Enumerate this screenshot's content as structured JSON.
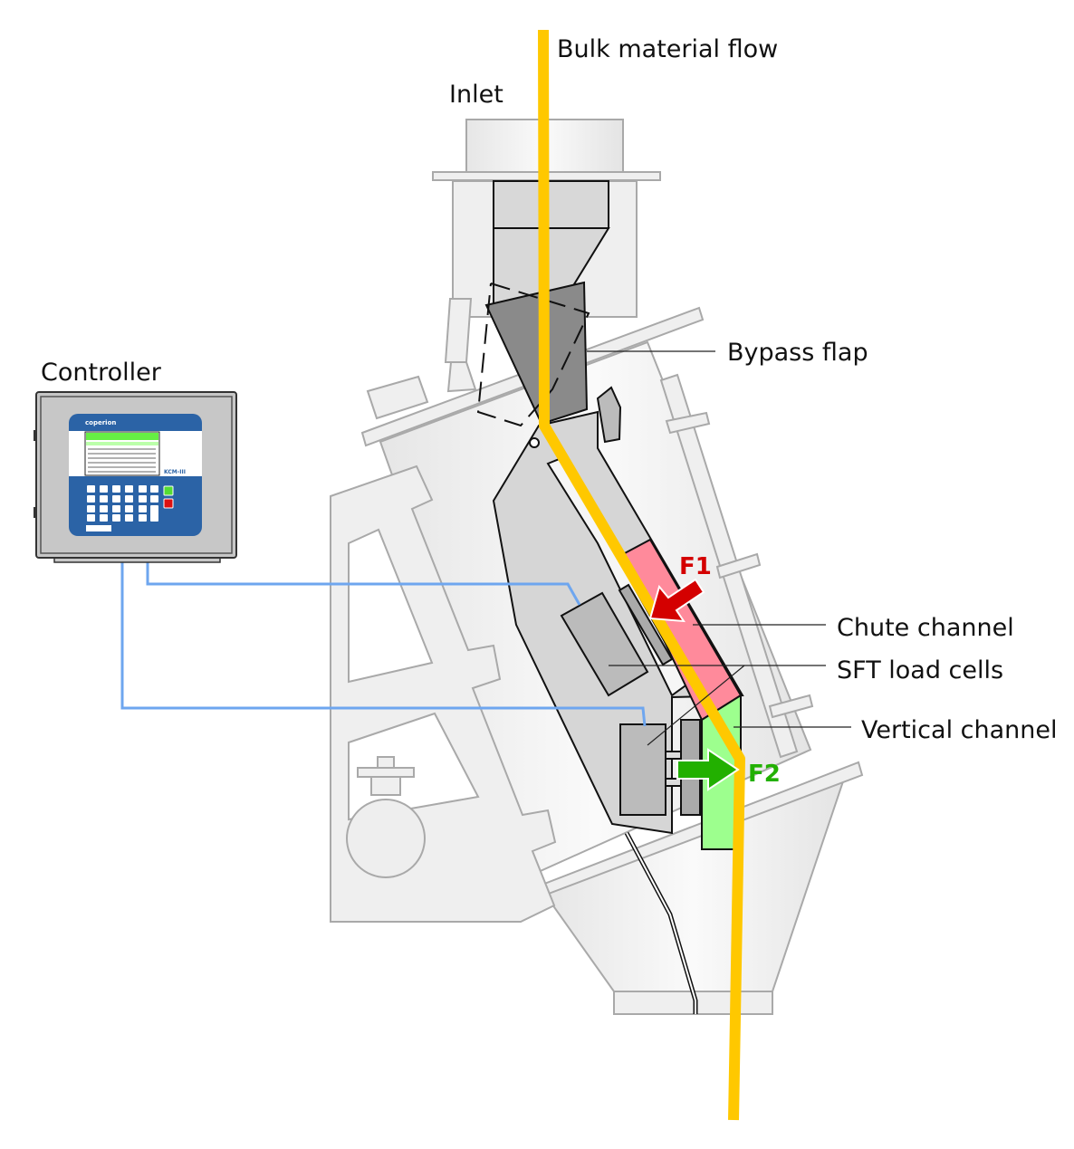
{
  "labels": {
    "bulk_flow": "Bulk material flow",
    "inlet": "Inlet",
    "controller": "Controller",
    "bypass_flap": "Bypass flap",
    "chute_channel": "Chute channel",
    "sft_load_cells": "SFT load cells",
    "vertical_channel": "Vertical channel",
    "f1": "F1",
    "f2": "F2"
  },
  "controller_device": {
    "brand_logo": "coperion",
    "model": "KCM-III"
  },
  "colors": {
    "flow": "#ffc800",
    "signal_cable": "#6ea6ef",
    "chute_channel": "#ff8a9b",
    "vertical_channel": "#9dff8e",
    "force_f1": "#d40000",
    "force_f2": "#22b000",
    "controller_panel": "#2b63a6"
  }
}
